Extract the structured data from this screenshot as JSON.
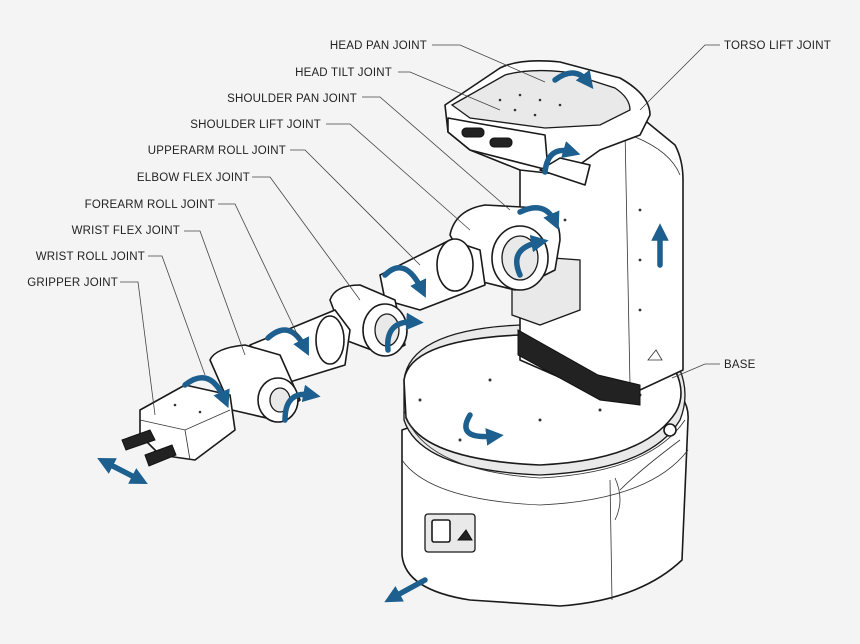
{
  "colors": {
    "accent": "#1d5f8e",
    "outline": "#1a1a1a",
    "background": "#f4f4f4"
  },
  "labels": {
    "head_pan": "HEAD PAN JOINT",
    "head_tilt": "HEAD TILT JOINT",
    "shoulder_pan": "SHOULDER PAN JOINT",
    "shoulder_lift": "SHOULDER LIFT JOINT",
    "upperarm_roll": "UPPERARM ROLL JOINT",
    "elbow_flex": "ELBOW FLEX JOINT",
    "forearm_roll": "FOREARM ROLL JOINT",
    "wrist_flex": "WRIST FLEX JOINT",
    "wrist_roll": "WRIST ROLL JOINT",
    "gripper": "GRIPPER JOINT",
    "torso_lift": "TORSO LIFT JOINT",
    "base": "BASE"
  }
}
